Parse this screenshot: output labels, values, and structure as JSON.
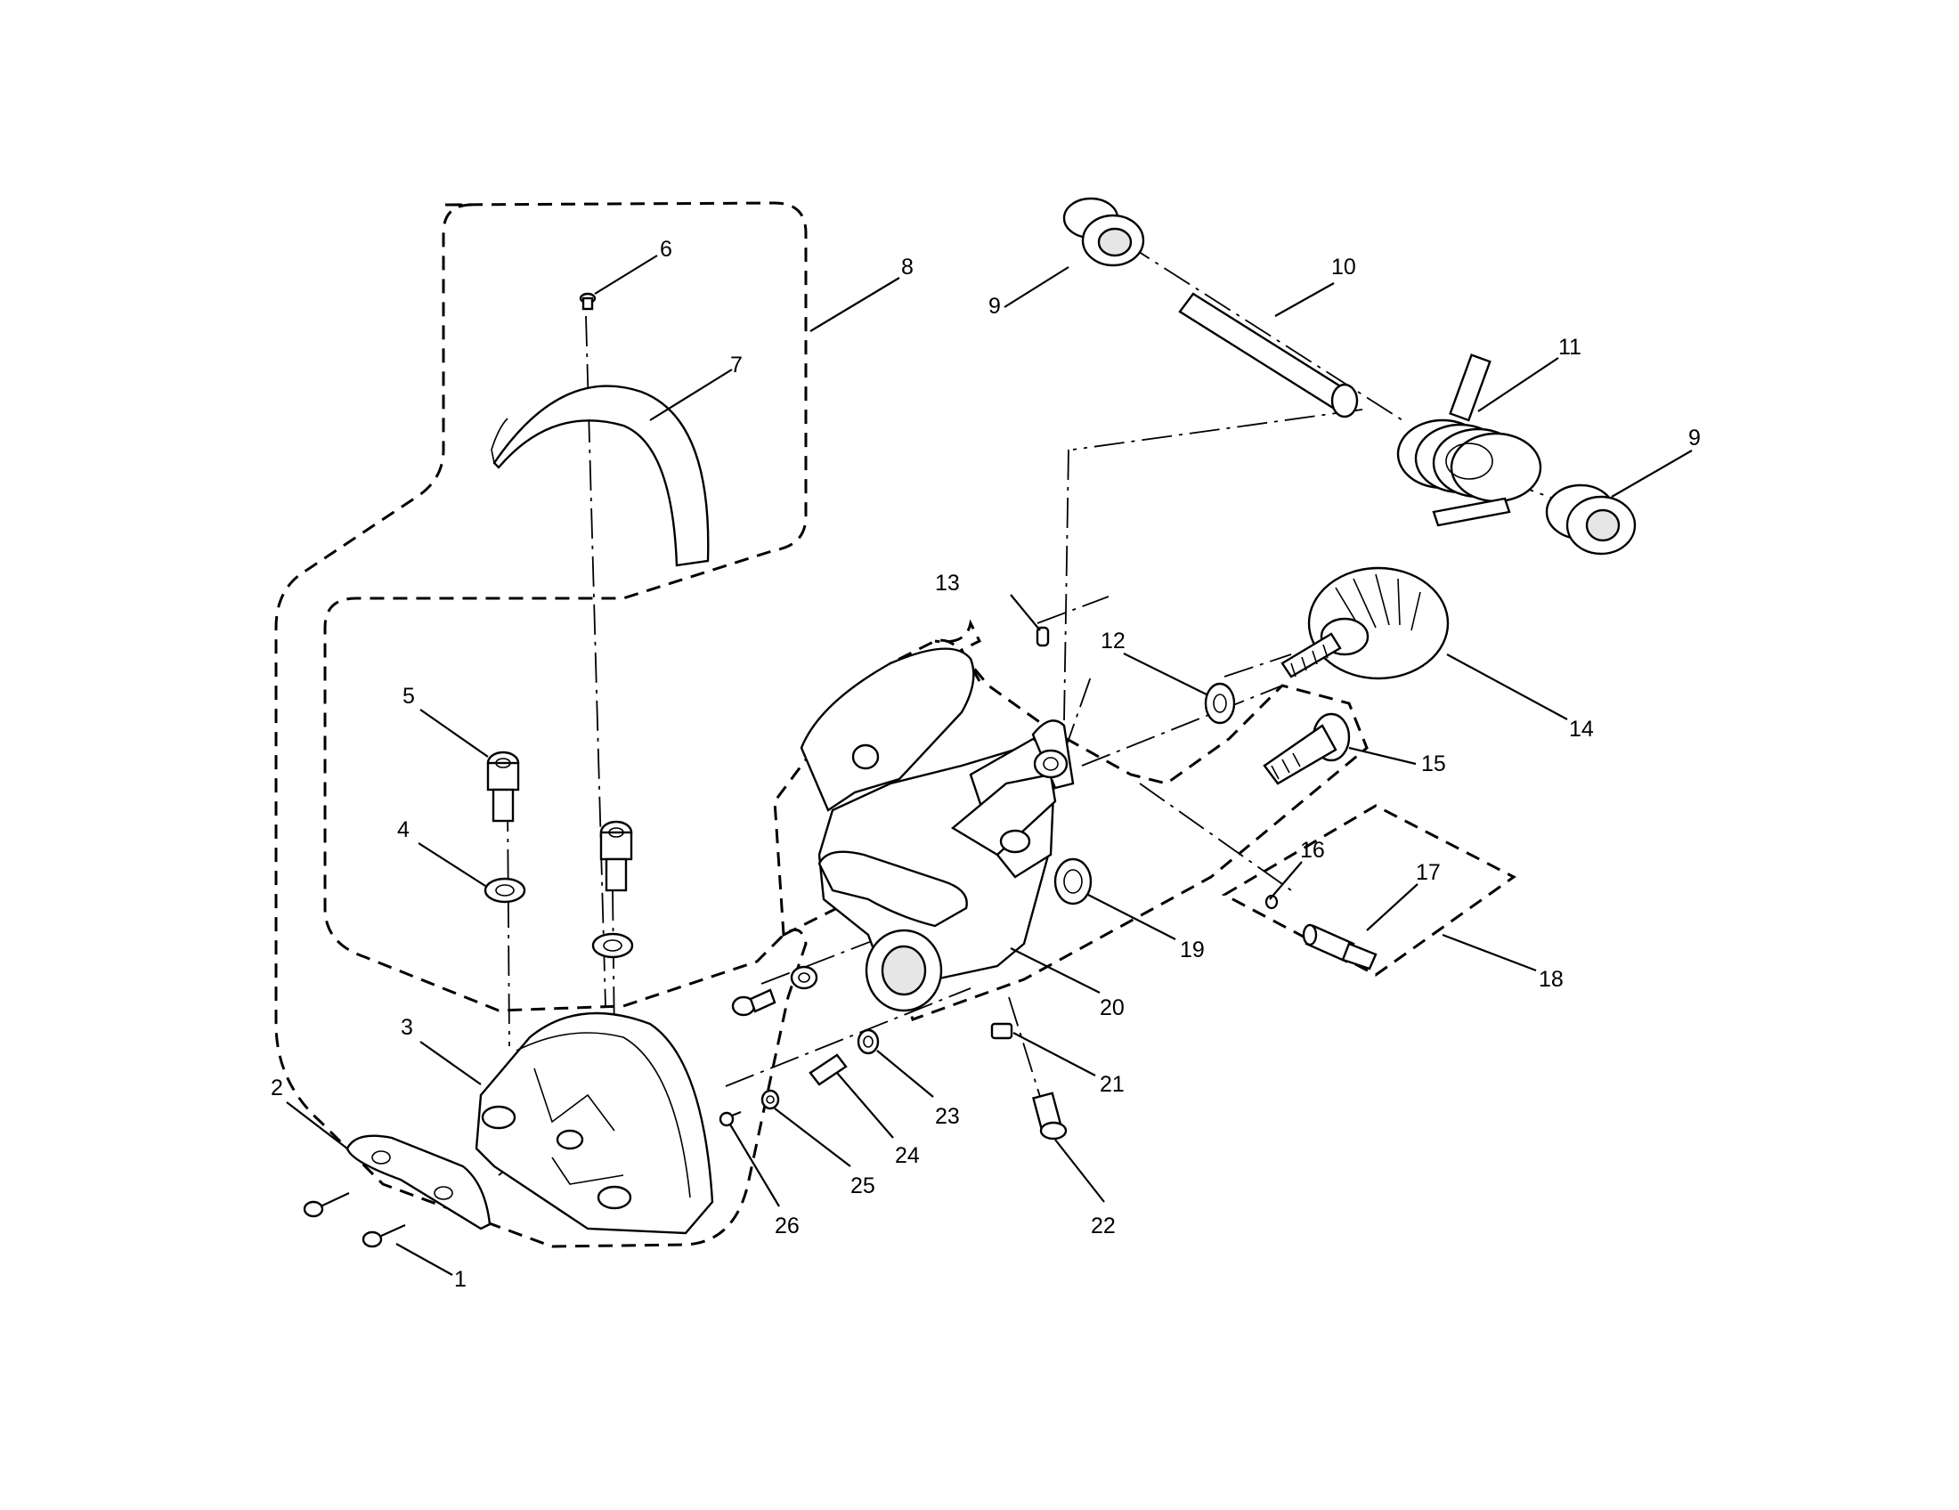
{
  "callouts": [
    "1",
    "2",
    "3",
    "4",
    "5",
    "6",
    "7",
    "8",
    "9",
    "10",
    "11",
    "9",
    "12",
    "13",
    "14",
    "15",
    "16",
    "17",
    "18",
    "19",
    "20",
    "21",
    "22",
    "23",
    "24",
    "25",
    "26"
  ],
  "colors": {
    "ink": "#000000",
    "paper": "#ffffff",
    "shade": "#e6e6e6"
  }
}
